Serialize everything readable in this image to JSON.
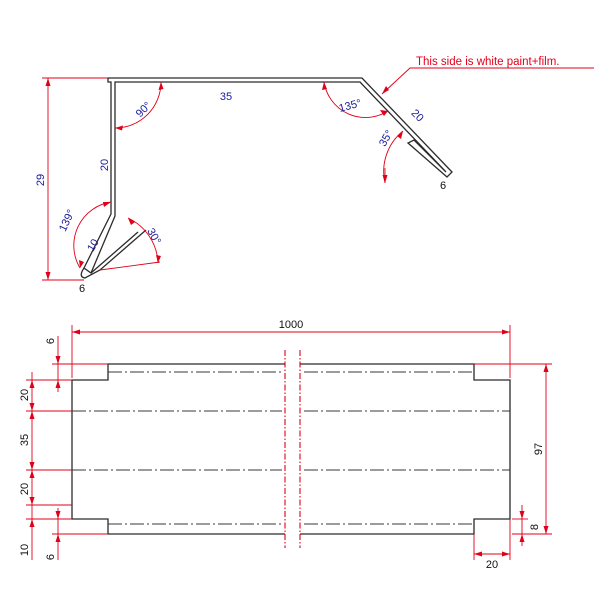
{
  "note": "This side is white paint+film.",
  "profile": {
    "top_length": "35",
    "left_height": "20",
    "overall_height": "29",
    "angle_top_left": "90°",
    "angle_top_right": "135°",
    "right_leg": "20",
    "angle_right": "35°",
    "right_hem": "6",
    "angle_bottom_inner": "139°",
    "inner_leg": "10",
    "angle_bottom": "30°",
    "bottom_hem": "6"
  },
  "plan": {
    "length": "1000",
    "width": "97",
    "left_dims": [
      "6",
      "20",
      "35",
      "20",
      "10",
      "6"
    ],
    "notch_depth": "8",
    "notch_width": "20"
  }
}
